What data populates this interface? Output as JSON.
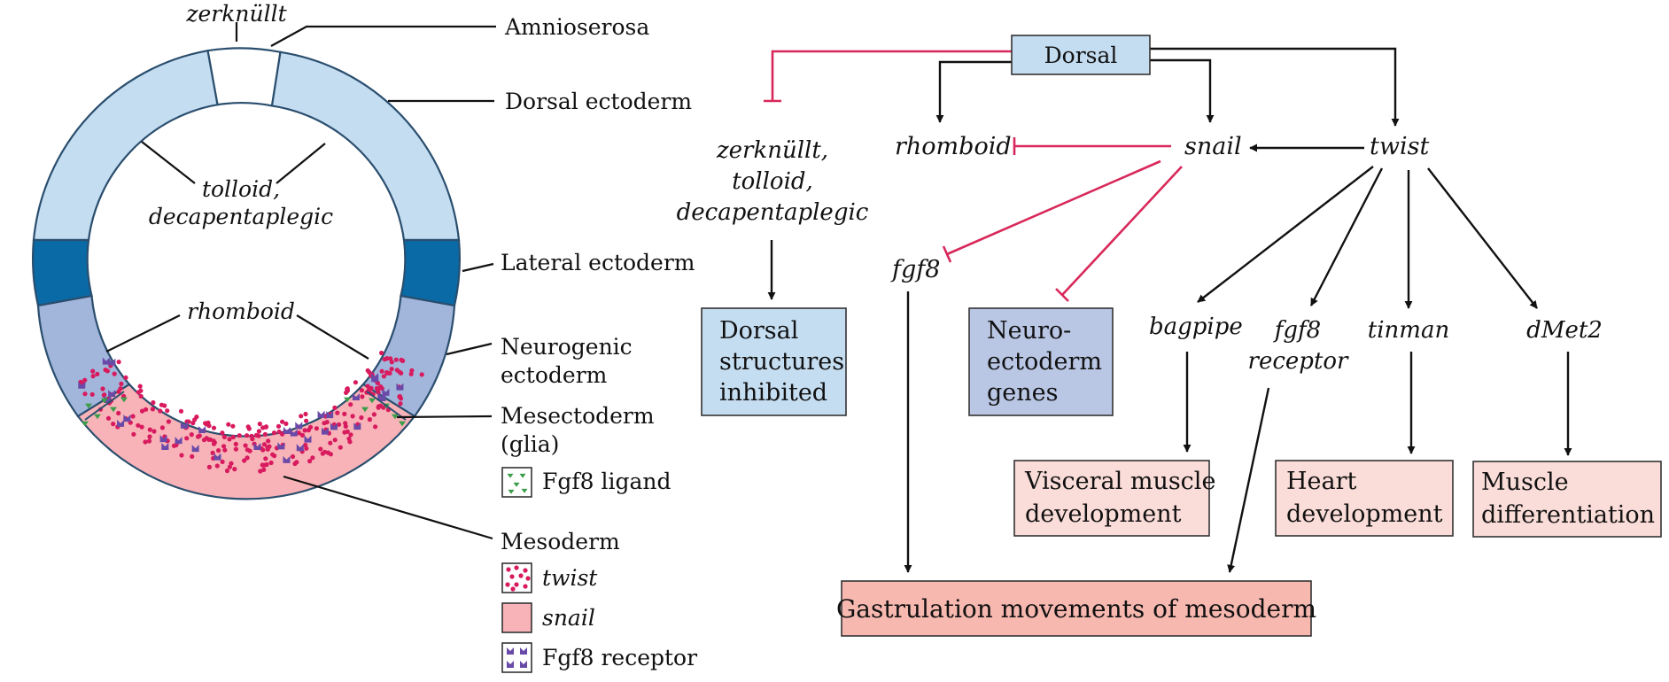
{
  "ring": {
    "top_gene": "zerknüllt",
    "labels": {
      "amnioserosa": "Amnioserosa",
      "dorsal_ectoderm": "Dorsal ectoderm",
      "lateral_ectoderm": "Lateral ectoderm",
      "neurogenic_1": "Neurogenic",
      "neurogenic_2": "ectoderm",
      "mesectoderm_1": "Mesectoderm",
      "mesectoderm_2": "(glia)",
      "mesoderm": "Mesoderm"
    },
    "inner_genes": {
      "tolloid_1": "tolloid,",
      "tolloid_2": "decapentaplegic",
      "rhomboid": "rhomboid"
    },
    "legend": {
      "fgf8_ligand": "Fgf8 ligand",
      "twist": "twist",
      "snail": "snail",
      "fgf8_receptor": "Fgf8 receptor"
    }
  },
  "network": {
    "dorsal": "Dorsal",
    "zerknullt": [
      "zerknüllt,",
      "tolloid,",
      "decapentaplegic"
    ],
    "rhomboid": "rhomboid",
    "snail": "snail",
    "twist": "twist",
    "fgf8": "fgf8",
    "bagpipe": "bagpipe",
    "fgf8_receptor": [
      "fgf8",
      "receptor"
    ],
    "tinman": "tinman",
    "dmet2": "dMet2",
    "dorsal_structures": [
      "Dorsal",
      "structures",
      "inhibited"
    ],
    "neuro_genes": [
      "Neuro-",
      "ectoderm",
      "genes"
    ],
    "visceral": [
      "Visceral muscle",
      "development"
    ],
    "heart": [
      "Heart",
      "development"
    ],
    "muscle": [
      "Muscle",
      "differentiation"
    ],
    "gastrulation": "Gastrulation movements of mesoderm"
  },
  "colors": {
    "amnioserosa": "#ffffff",
    "dorsal_ectoderm": "#c5ddf1",
    "lateral_ectoderm": "#0a6aa6",
    "neurogenic": "#a2b5db",
    "mesoderm": "#f7b3b7",
    "twist_dot": "#d81a5e",
    "receptor": "#6a4aa8",
    "ligand": "#3b9c4a",
    "dorsal_box": "#c5ddf1",
    "neuro_box": "#b9c6e4",
    "pink_box": "#fadcd8",
    "gastrulation_box": "#f7b8b0",
    "inhibit": "#d8285a"
  }
}
